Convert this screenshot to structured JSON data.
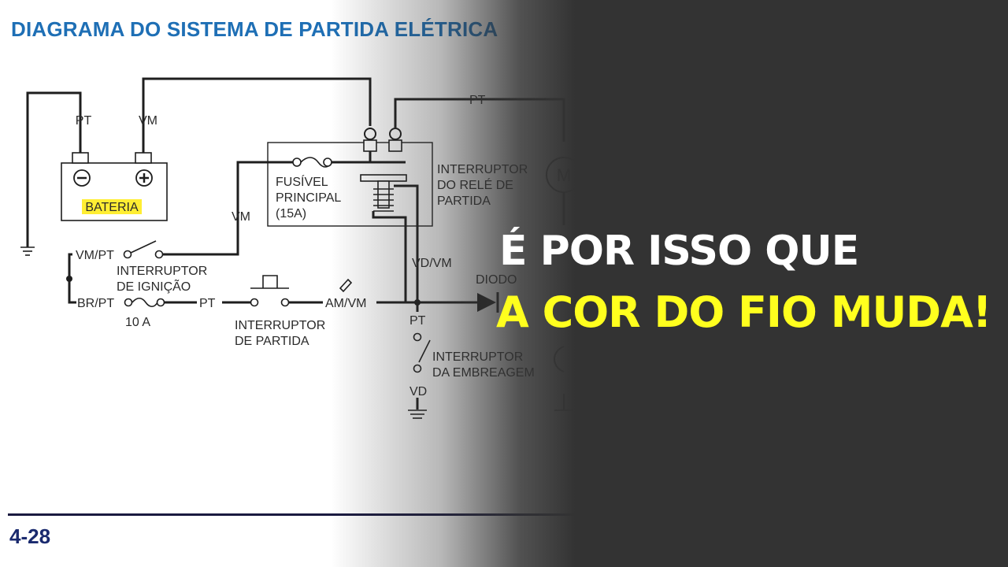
{
  "title": "DIAGRAMA DO SISTEMA DE PARTIDA ELÉTRICA",
  "page_number": "4-28",
  "overlay": {
    "line1": "É POR ISSO QUE",
    "line2": "A COR DO FIO MUDA!"
  },
  "colors": {
    "title": "#1e6fb5",
    "overlay_bg": "#333333",
    "overlay_line1": "#ffffff",
    "overlay_line2": "#ffff1e",
    "battery_label_highlight": "#ffee33"
  },
  "diagram": {
    "battery": {
      "label": "BATERIA",
      "minus_terminal": "PT",
      "plus_terminal": "VM"
    },
    "main_fuse": {
      "line1": "FUSÍVEL",
      "line2": "PRINCIPAL",
      "line3": "(15A)"
    },
    "relay": {
      "line1": "INTERRUPTOR",
      "line2": "DO RELÉ DE",
      "line3": "PARTIDA"
    },
    "wire_vm_left": "VM",
    "wire_pt_top": "PT",
    "motor_symbol": "M",
    "ignition_switch": {
      "wire": "VM/PT",
      "line1": "INTERRUPTOR",
      "line2": "DE IGNIÇÃO"
    },
    "fuse_10a": {
      "wire": "BR/PT",
      "rating": "10 A"
    },
    "wire_pt_mid": "PT",
    "start_switch": {
      "line1": "INTERRUPTOR",
      "line2": "DE PARTIDA"
    },
    "wire_am_vm": "AM/VM",
    "wire_vd_vm": "VD/VM",
    "diode": "DIODO",
    "clutch_switch": {
      "wire_top": "PT",
      "line1": "INTERRUPTOR",
      "line2": "DA EMBREAGEM",
      "wire_bottom": "VD"
    }
  }
}
